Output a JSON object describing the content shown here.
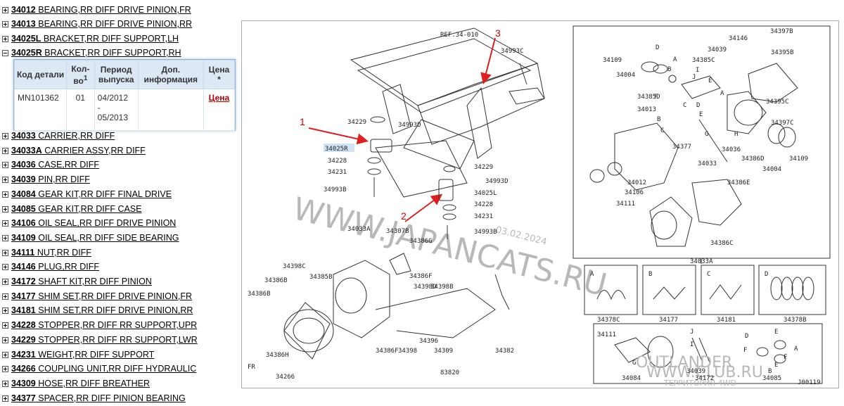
{
  "parts_list": {
    "before": [
      {
        "code": "34012",
        "name": " BEARING,RR DIFF DRIVE PINION,FR",
        "expanded": false
      },
      {
        "code": "34013",
        "name": " BEARING,RR DIFF DRIVE PINION,RR",
        "expanded": false
      },
      {
        "code": "34025L",
        "name": " BRACKET,RR DIFF SUPPORT,LH",
        "expanded": false
      },
      {
        "code": "34025R",
        "name": " BRACKET,RR DIFF SUPPORT,RH",
        "expanded": true
      }
    ],
    "after": [
      {
        "code": "34033",
        "name": " CARRIER,RR DIFF"
      },
      {
        "code": "34033A",
        "name": " CARRIER ASSY,RR DIFF"
      },
      {
        "code": "34036",
        "name": " CASE,RR DIFF"
      },
      {
        "code": "34039",
        "name": " PIN,RR DIFF"
      },
      {
        "code": "34084",
        "name": " GEAR KIT,RR DIFF FINAL DRIVE"
      },
      {
        "code": "34085",
        "name": " GEAR KIT,RR DIFF CASE"
      },
      {
        "code": "34106",
        "name": " OIL SEAL,RR DIFF DRIVE PINION"
      },
      {
        "code": "34109",
        "name": " OIL SEAL,RR DIFF SIDE BEARING"
      },
      {
        "code": "34111",
        "name": " NUT,RR DIFF"
      },
      {
        "code": "34146",
        "name": " PLUG,RR DIFF"
      },
      {
        "code": "34172",
        "name": " SHAFT KIT,RR DIFF PINION"
      },
      {
        "code": "34177",
        "name": " SHIM SET,RR DIFF DRIVE PINION,FR"
      },
      {
        "code": "34181",
        "name": " SHIM SET,RR DIFF DRIVE PINION,RR"
      },
      {
        "code": "34228",
        "name": " STOPPER,RR DIFF RR SUPPORT,UPR"
      },
      {
        "code": "34229",
        "name": " STOPPER,RR DIFF RR SUPPORT,LWR"
      },
      {
        "code": "34231",
        "name": " WEIGHT,RR DIFF SUPPORT"
      },
      {
        "code": "34266",
        "name": " COUPLING UNIT,RR DIFF HYDRAULIC"
      },
      {
        "code": "34309",
        "name": " HOSE,RR DIFF BREATHER"
      },
      {
        "code": "34377",
        "name": " SPACER,RR DIFF PINION BEARING"
      }
    ]
  },
  "detail": {
    "headers": {
      "code": "Код детали",
      "qty": "Кол-во",
      "qty_sup": "1",
      "period": "Период выпуска",
      "info": "Доп. информация",
      "price": "Цена",
      "price_sup": "*"
    },
    "row": {
      "code": "MN101362",
      "qty": "01",
      "period_from": "04/2012",
      "dash": "-",
      "period_to": "05/2013",
      "info": "",
      "price": "Цена"
    }
  },
  "diagram": {
    "ref_label": "REF.34-010",
    "highlighted_part": "34025R",
    "arrow_numbers": [
      "1",
      "2",
      "3"
    ],
    "watermark_url": "WWW.JAPANCATS.RU",
    "watermark_date": "03.02.2024",
    "club_line1": "OUTLANDER",
    "club_line2": "WWW.CLUB.RU",
    "club_line3": "ТЕРРИТОРИЯ 4WD",
    "front_label": "FR",
    "image_code": "J00119",
    "labels": {
      "l34993c": "34993C",
      "l34229a": "34229",
      "l34993d_a": "34993D",
      "l34228a": "34228",
      "l34231a": "34231",
      "l34993b": "34993B",
      "l34033a_top": "34033A",
      "l34229b": "34229",
      "l34993d_b": "34993D",
      "l34025l": "34025L",
      "l34228b": "34228",
      "l34231b": "34231",
      "l34993b_b": "34993B",
      "l34307b": "34307B",
      "l34386g": "34386G",
      "l34398c": "34398C",
      "l34386b": "34386B",
      "l34385b": "34385B",
      "l34386f": "34386F",
      "l34398d": "34398D",
      "l34398b": "34398B",
      "l34386bb": "34386B",
      "l34386f_b": "34386F",
      "l34398": "34398",
      "l34396": "34396",
      "l34309": "34309",
      "l34382": "34382",
      "l34386h": "34386H",
      "l34266": "34266",
      "l83820": "83820",
      "l34146": "34146",
      "l34397b": "34397B",
      "l34109": "34109",
      "l34004": "34004",
      "l34039": "34039",
      "l34395b": "34395B",
      "l34385c": "34385C",
      "l34385d": "34385D",
      "l34013": "34013",
      "l34395c": "34395C",
      "l34397c": "34397C",
      "l34377": "34377",
      "l34036": "34036",
      "l34386d": "34386D",
      "l34004b": "34004",
      "l34109b": "34109",
      "l34033": "34033",
      "l34012": "34012",
      "l34106": "34106",
      "l34111": "34111",
      "l34386e": "34386E",
      "l34386c": "34386C",
      "l34033a": "34033A",
      "l34378c": "34378C",
      "l34177": "34177",
      "l34181": "34181",
      "l34378b": "34378B",
      "l34111b": "34111",
      "l34084": "34084",
      "l34039b": "34039",
      "l34172": "34172",
      "l34085": "34085"
    },
    "letters": {
      "a": "A",
      "b": "B",
      "c": "C",
      "d": "D",
      "e": "E",
      "f": "F",
      "g": "G",
      "h": "H",
      "i": "I",
      "j": "J"
    }
  }
}
